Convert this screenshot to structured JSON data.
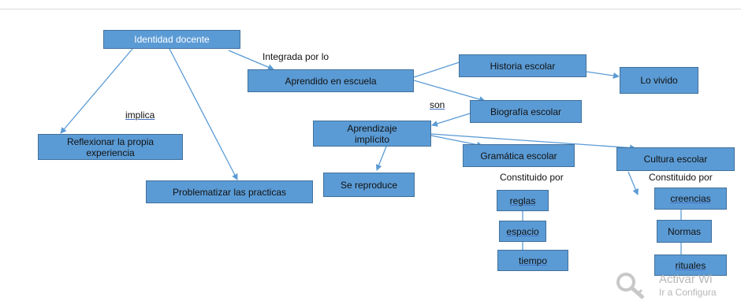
{
  "nodes": {
    "identidad_docente": "Identidad docente",
    "aprendido_en_escuela": "Aprendido en escuela",
    "historia_escolar": "Historia escolar",
    "lo_vivido": "Lo vivido",
    "biografia_escolar": "Biografía escolar",
    "aprendizaje_implicito": "Aprendizaje implícito",
    "reflexionar": "Reflexionar la propia experiencia",
    "problematizar": "Problematizar las practicas",
    "se_reproduce": "Se reproduce",
    "gramatica_escolar": "Gramática escolar",
    "cultura_escolar": "Cultura escolar",
    "reglas": "reglas",
    "espacio": "espacio",
    "tiempo": "tiempo",
    "creencias": "creencias",
    "normas": "Normas",
    "rituales": "rituales"
  },
  "labels": {
    "integrada_por_lo": "Integrada por lo",
    "implica": "implica",
    "son": "son",
    "constituido_por_1": "Constituido por",
    "constituido_por_2": "Constituido por"
  },
  "watermark": {
    "line1": "Activar Wi",
    "line2": "Ir a Configura"
  },
  "colors": {
    "node_fill": "#5b9bd5",
    "node_border": "#41719c",
    "connector": "#5b9bd5"
  }
}
